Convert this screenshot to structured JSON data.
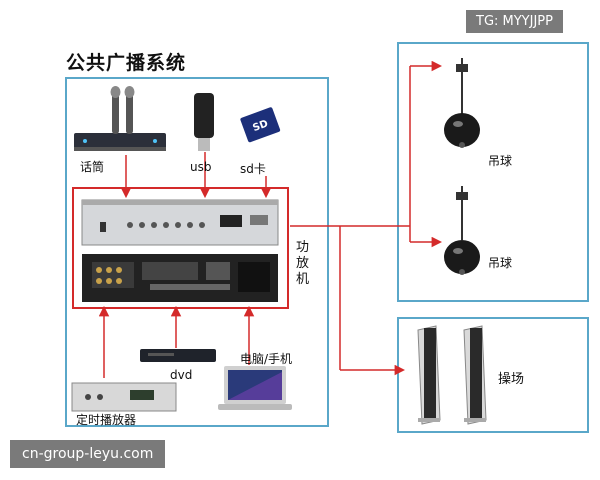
{
  "diagram": {
    "title": "公共广播系统",
    "top_right_tag": "TG: MYYJJPP",
    "bottom_watermark": "cn-group-leyu.com",
    "inputs": {
      "mic_label": "话筒",
      "usb_label": "usb",
      "sd_label": "sd卡"
    },
    "amplifier_label": "功放机",
    "sd_card_text": "SD",
    "bottom_sources": {
      "timer_label": "定时播放器",
      "dvd_label": "dvd",
      "pc_phone_label": "电脑/手机"
    },
    "outputs": {
      "pendant_1_label": "吊球",
      "pendant_2_label": "吊球",
      "playground_label": "操场"
    },
    "colors": {
      "frame_blue": "#5aa7c9",
      "arrow_red": "#d42a2a"
    }
  }
}
